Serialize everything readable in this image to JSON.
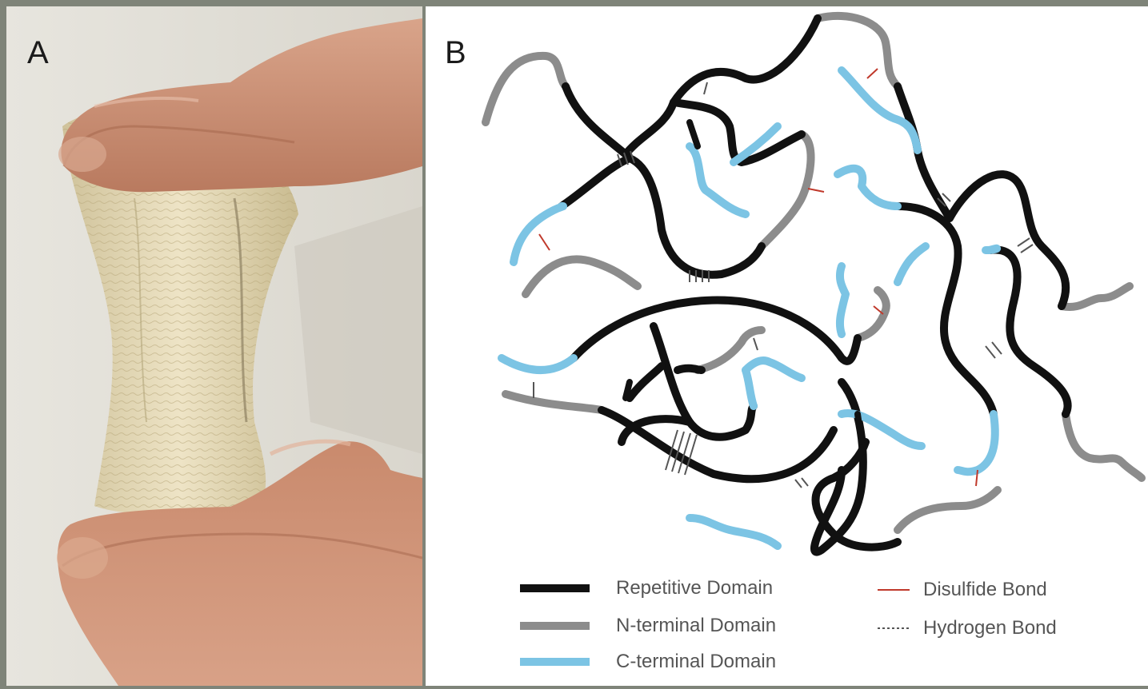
{
  "panels": {
    "a": {
      "letter": "A"
    },
    "b": {
      "letter": "B"
    }
  },
  "legend": {
    "repetitive": {
      "label": "Repetitive Domain",
      "color": "#111111"
    },
    "n_terminal": {
      "label": "N-terminal Domain",
      "color": "#8c8c8c"
    },
    "c_terminal": {
      "label": "C-terminal Domain",
      "color": "#7cc4e4"
    },
    "disulfide": {
      "label": "Disulfide Bond",
      "color": "#c0392b"
    },
    "hydrogen": {
      "label": "Hydrogen Bond",
      "color": "#555555"
    }
  },
  "colors": {
    "background": "#7f8479",
    "dough": "#e2d6b4",
    "skin": "#c98f73"
  }
}
